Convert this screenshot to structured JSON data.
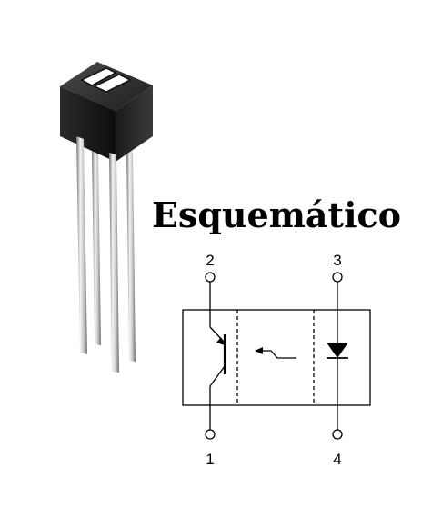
{
  "title": "Esquemático",
  "pins": {
    "p1": "1",
    "p2": "2",
    "p3": "3",
    "p4": "4"
  },
  "colors": {
    "line": "#000000",
    "package_body": "#1c1c1c",
    "lead": "#cfcfcf"
  }
}
